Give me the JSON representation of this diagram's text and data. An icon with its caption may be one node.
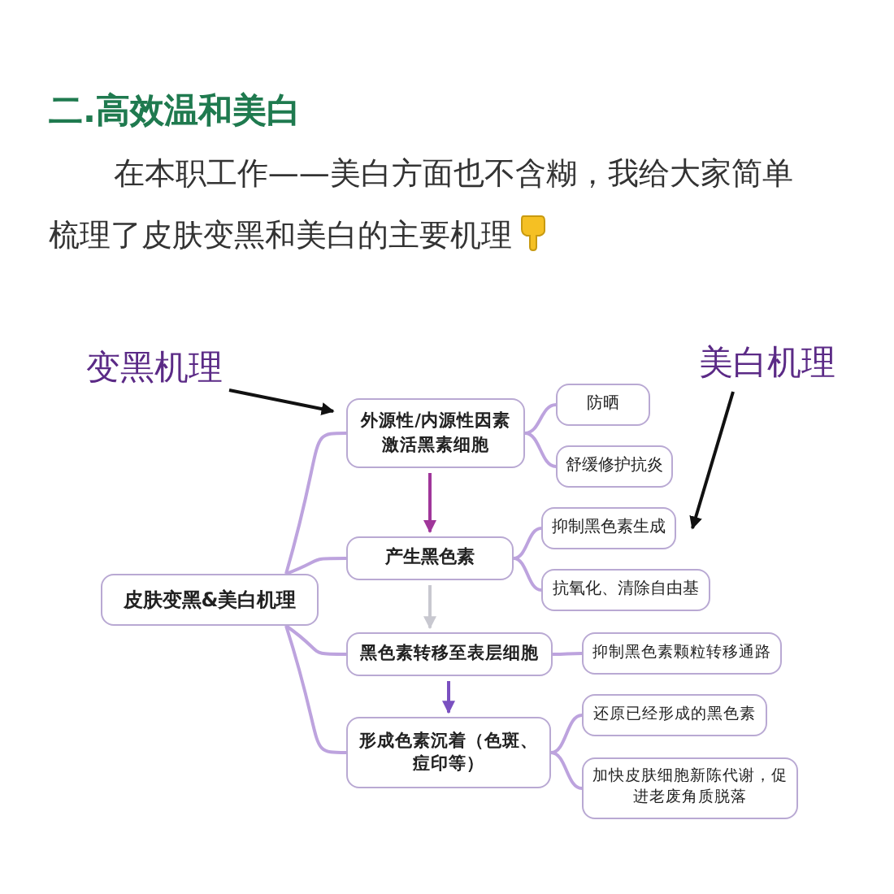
{
  "diagram": {
    "title": "二.高效温和美白",
    "nodes": [
      {
        "text": [
          "皮肤变黑&美白机理"
        ]
      },
      {
        "text": [
          "外源性/内源性因素激活黑素细胞"
        ]
      },
      {
        "text": [
          "防晒"
        ]
      },
      {
        "text": [
          "舒缓修护抗炎"
        ]
      },
      {
        "text": [
          "产生黑色素"
        ]
      },
      {
        "text": [
          "抑制黑色素生成"
        ]
      },
      {
        "text": [
          "抗氧化、清除自由基"
        ]
      },
      {
        "text": [
          "黑色素转移至表层细胞"
        ]
      },
      {
        "text": [
          "抑制黑色素颗粒转移通路"
        ]
      },
      {
        "text": [
          "形成色素沉着（色斑、痘印等）"
        ]
      },
      {
        "text": [
          "还原已经形成的黑色素"
        ]
      },
      {
        "text": [
          "加快皮肤细胞新陈代谢，促进老废角质脱落"
        ]
      },
      {
        "text": [
          "变黑机理"
        ]
      },
      {
        "text": [
          "美白机理"
        ]
      }
    ],
    "edges": [
      {
        "from": 0,
        "to": 1,
        "arrow": "none"
      },
      {
        "from": 0,
        "to": 4,
        "arrow": "none"
      },
      {
        "from": 0,
        "to": 7,
        "arrow": "none"
      },
      {
        "from": 0,
        "to": 9,
        "arrow": "none"
      },
      {
        "from": 1,
        "to": 2,
        "arrow": "none"
      },
      {
        "from": 1,
        "to": 3,
        "arrow": "none"
      },
      {
        "from": 4,
        "to": 5,
        "arrow": "none"
      },
      {
        "from": 4,
        "to": 6,
        "arrow": "none"
      },
      {
        "from": 7,
        "to": 8,
        "arrow": "none"
      },
      {
        "from": 9,
        "to": 10,
        "arrow": "none"
      },
      {
        "from": 9,
        "to": 11,
        "arrow": "none"
      },
      {
        "from": 1,
        "to": 4,
        "arrow": "to",
        "color": "#a0369a"
      },
      {
        "from": 4,
        "to": 7,
        "arrow": "to",
        "color": "#c8c8d0"
      },
      {
        "from": 7,
        "to": 9,
        "arrow": "to",
        "color": "#7a50c0"
      },
      {
        "from": 12,
        "to": 1,
        "arrow": "to",
        "color": "#111111"
      },
      {
        "from": 13,
        "to": 5,
        "arrow": "to",
        "color": "#111111"
      }
    ],
    "labels": [
      "在本职工作——美白方面也不含糊，我给大家简单梳理了皮肤变黑和美白的主要机理"
    ]
  }
}
